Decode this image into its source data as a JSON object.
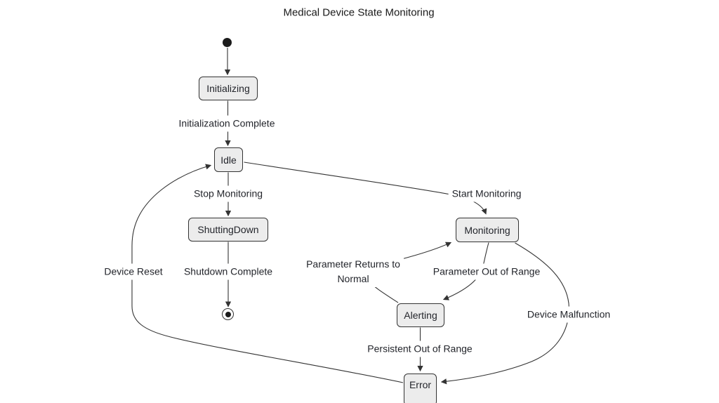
{
  "title": "Medical Device State Monitoring",
  "diagram_type": "state-diagram",
  "colors": {
    "background": "#ffffff",
    "state_fill": "#ececec",
    "state_border": "#333333",
    "edge": "#333333",
    "text": "#23252b",
    "title_text": "#1a1a1a"
  },
  "states": {
    "start": {
      "type": "initial"
    },
    "initializing": {
      "label": "Initializing"
    },
    "idle": {
      "label": "Idle"
    },
    "shuttingdown": {
      "label": "ShuttingDown"
    },
    "monitoring": {
      "label": "Monitoring"
    },
    "alerting": {
      "label": "Alerting"
    },
    "error": {
      "label": "Error"
    },
    "final": {
      "type": "final"
    }
  },
  "transitions": [
    {
      "from": "start",
      "to": "Initializing",
      "label": ""
    },
    {
      "from": "Initializing",
      "to": "Idle",
      "label": "Initialization Complete"
    },
    {
      "from": "Idle",
      "to": "Monitoring",
      "label": "Start Monitoring"
    },
    {
      "from": "Idle",
      "to": "ShuttingDown",
      "label": "Stop Monitoring"
    },
    {
      "from": "Monitoring",
      "to": "Alerting",
      "label": "Parameter Out of Range"
    },
    {
      "from": "Alerting",
      "to": "Monitoring",
      "label": "Parameter Returns to Normal",
      "label_lines": [
        "Parameter Returns to",
        "Normal"
      ]
    },
    {
      "from": "Alerting",
      "to": "Error",
      "label": "Persistent Out of Range"
    },
    {
      "from": "Monitoring",
      "to": "Error",
      "label": "Device Malfunction"
    },
    {
      "from": "Error",
      "to": "Idle",
      "label": "Device Reset"
    },
    {
      "from": "ShuttingDown",
      "to": "final",
      "label": "Shutdown Complete"
    }
  ]
}
